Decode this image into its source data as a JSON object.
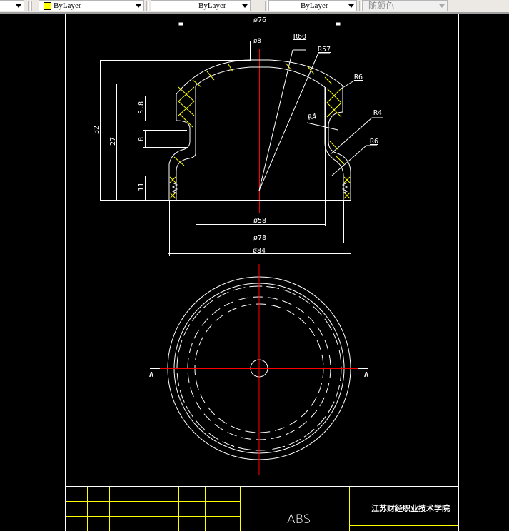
{
  "toolbar": {
    "color_combo": {
      "label": "ByLayer",
      "swatch_color": "#ffff00"
    },
    "linetype_combo": {
      "label": "ByLayer"
    },
    "lineweight_combo": {
      "label": "ByLayer"
    },
    "plotstyle_combo": {
      "label": "随颜色",
      "disabled": true
    }
  },
  "drawing": {
    "background": "#000000",
    "colors": {
      "outline": "#ffffff",
      "hatch": "#ffff00",
      "centerline": "#ff0000",
      "border_yellow": "#ffff00"
    },
    "dimensions": {
      "dia_76": "ø76",
      "dia_8": "ø8",
      "r60": "R60",
      "r57": "R57",
      "r6_top": "R6",
      "r4_left": "R4",
      "r4_right": "R4",
      "r6_bottom": "R6",
      "h_32": "32",
      "h_27": "27",
      "h_5_8": "5.8",
      "h_8": "8",
      "h_11": "11",
      "dia_58": "ø58",
      "dia_78": "ø78",
      "dia_84": "ø84"
    },
    "section_marks": {
      "left": "A",
      "right": "A"
    },
    "title_block": {
      "material": "ABS",
      "school": "江苏财经职业技术学院"
    }
  }
}
